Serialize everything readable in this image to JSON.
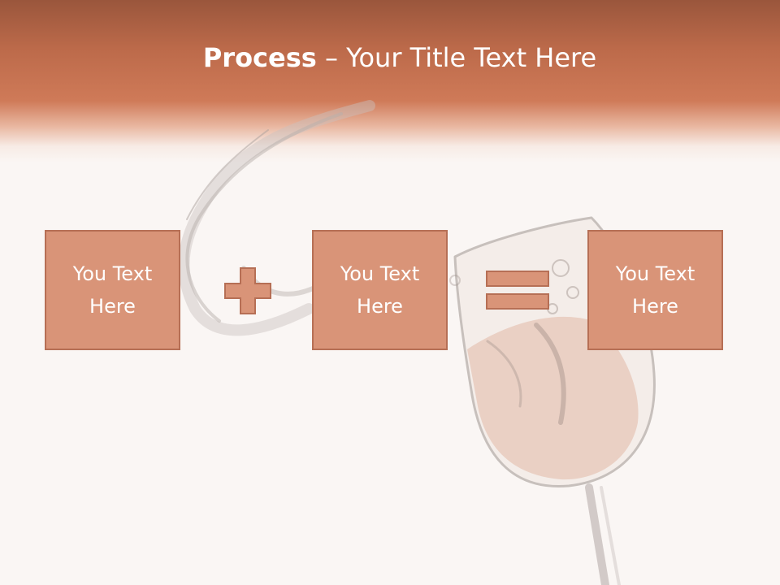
{
  "slide": {
    "title_bold": "Process",
    "title_dash": " – ",
    "title_rest": "Your Title Text Here"
  },
  "boxes": [
    {
      "label": "You Text Here"
    },
    {
      "label": "You Text Here"
    },
    {
      "label": "You Text Here"
    }
  ],
  "operators": [
    "plus",
    "equals"
  ],
  "colors": {
    "header": "#cf7a58",
    "box_fill": "#d99478",
    "box_border": "#b66f55",
    "background": "#faf6f4"
  }
}
